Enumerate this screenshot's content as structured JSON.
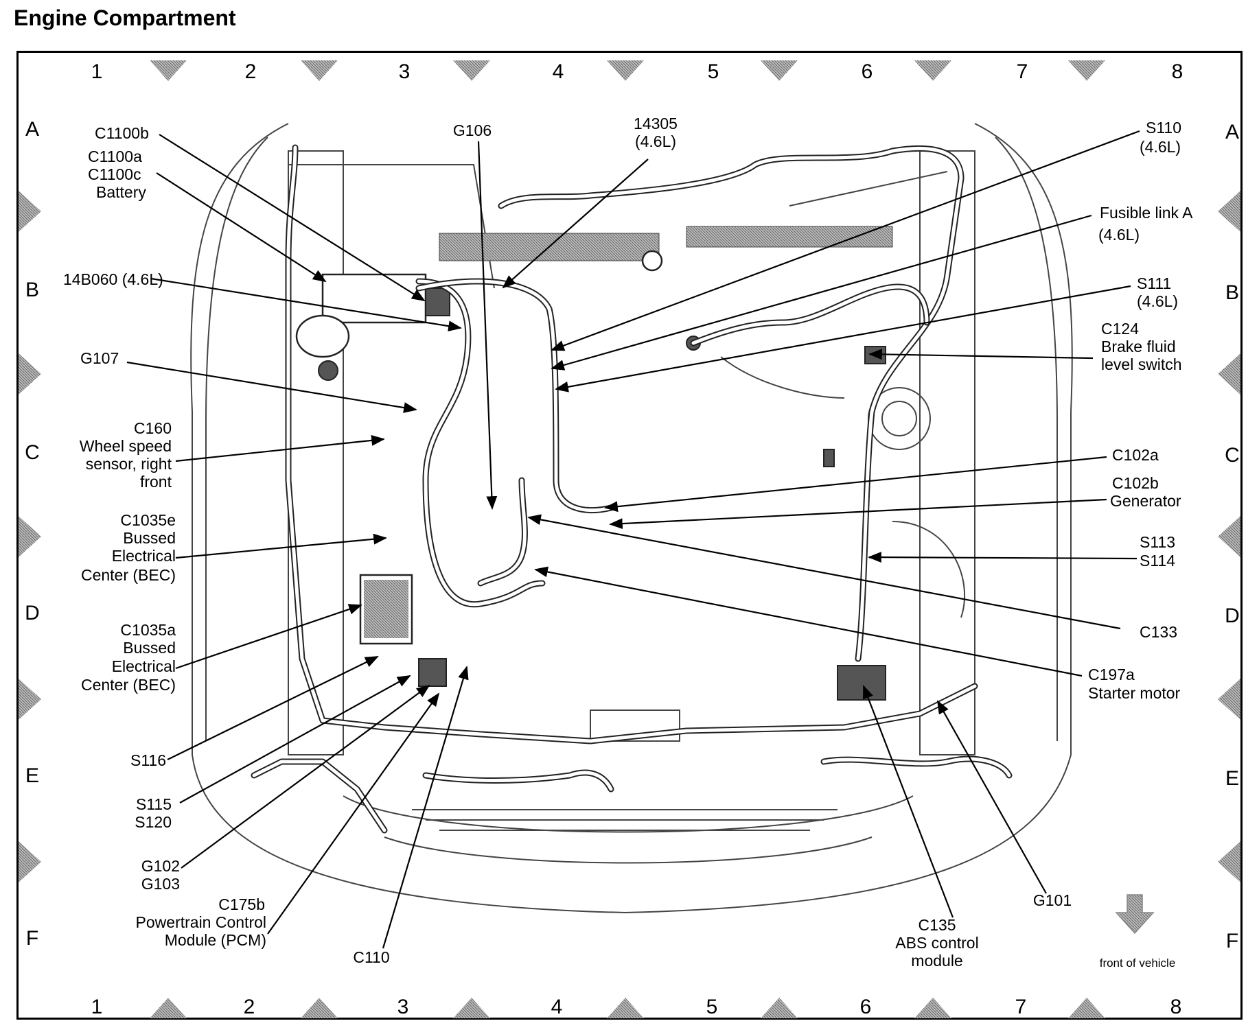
{
  "title": "Engine Compartment",
  "grid": {
    "columns": [
      "1",
      "2",
      "3",
      "4",
      "5",
      "6",
      "7",
      "8"
    ],
    "rows": [
      "A",
      "B",
      "C",
      "D",
      "E",
      "F"
    ]
  },
  "labels": {
    "c1100b": "C1100b",
    "c1100a": "C1100a",
    "c1100c": "C1100c",
    "battery": "Battery",
    "l14b060": "14B060 (4.6L)",
    "g107": "G107",
    "c160": "C160",
    "c160_d1": "Wheel speed",
    "c160_d2": "sensor, right",
    "c160_d3": "front",
    "c1035e": "C1035e",
    "bec_d1": "Bussed",
    "bec_d2": "Electrical",
    "bec_d3": "Center (BEC)",
    "c1035a": "C1035a",
    "s116": "S116",
    "s115": "S115",
    "s120": "S120",
    "g102": "G102",
    "g103": "G103",
    "c175b": "C175b",
    "c175b_d1": "Powertrain Control",
    "c175b_d2": "Module (PCM)",
    "c110": "C110",
    "g106": "G106",
    "l14305": "14305",
    "l14305_eng": "(4.6L)",
    "s110": "S110",
    "s110_eng": "(4.6L)",
    "fusible": "Fusible link A",
    "fusible_eng": "(4.6L)",
    "s111": "S111",
    "s111_eng": "(4.6L)",
    "c124": "C124",
    "c124_d1": "Brake fluid",
    "c124_d2": "level switch",
    "c102a": "C102a",
    "c102b": "C102b",
    "generator": "Generator",
    "s113": "S113",
    "s114": "S114",
    "c133": "C133",
    "c197a": "C197a",
    "starter": "Starter motor",
    "c135": "C135",
    "c135_d1": "ABS control",
    "c135_d2": "module",
    "g101": "G101",
    "front": "front of vehicle"
  },
  "colors": {
    "line": "#000000",
    "arrow": "#999999"
  },
  "icons": {
    "front_arrow": "down-arrow-icon"
  }
}
